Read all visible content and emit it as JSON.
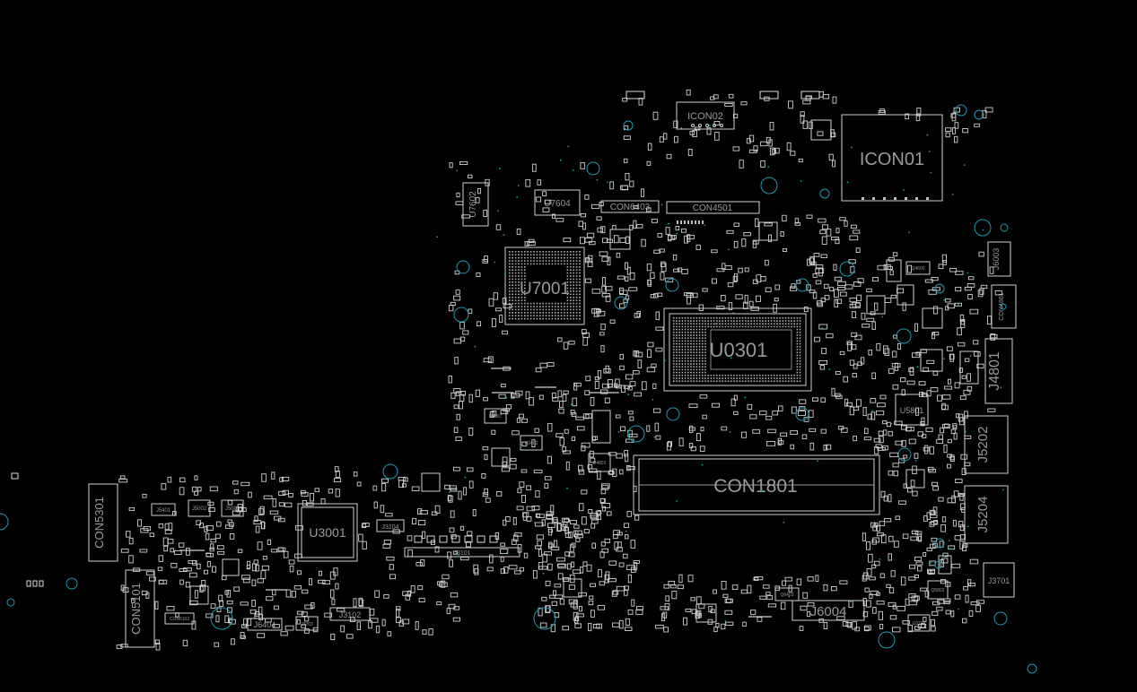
{
  "colors": {
    "background": "#000000",
    "silkscreen": "#d8d8d8",
    "label": "#9a9a9a",
    "via": "#1f9ab0"
  },
  "big_labels": {
    "icon01": "ICON01",
    "u0301": "U0301",
    "con1801": "CON1801",
    "u7001": "U7001",
    "j6004": "J6004",
    "u3001": "U3001",
    "con5301": "CON5301",
    "con5101": "CON5101",
    "j5202": "J5202",
    "j5204": "J5204",
    "j4801": "J4801"
  },
  "small_labels": {
    "icon02": "ICON02",
    "con6403": "CON6403",
    "con4501": "CON4501",
    "u7604": "U7604",
    "u7602": "U7602",
    "j6003": "J6003",
    "u5801": "U5801",
    "j3701": "J3701",
    "j3101": "J3101",
    "j3102": "J3102",
    "j3104": "J3104",
    "j6404": "J6404",
    "j5401": "J5401",
    "j5002": "J5002",
    "j5001": "J5001",
    "con5102": "CON5102",
    "j3703": "J3703",
    "q4600": "Q4600",
    "q6403": "Q6403",
    "u2807": "U2807",
    "u2403": "U2403",
    "u4801": "U4801",
    "u3702": "U3702",
    "q5802": "Q5802",
    "con4801": "CON4801"
  }
}
